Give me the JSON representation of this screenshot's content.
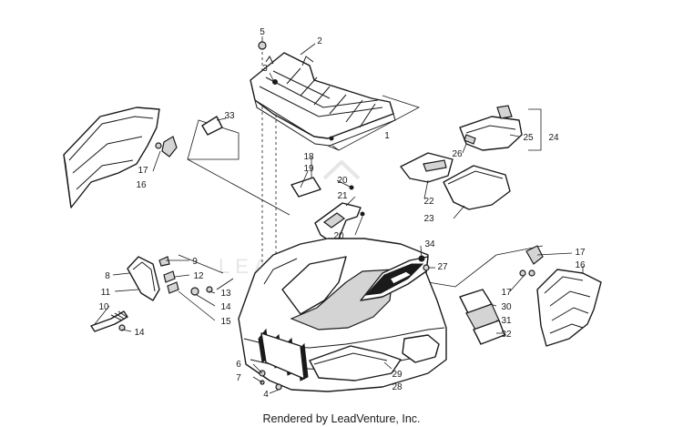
{
  "watermark": "LEADVENTURE",
  "credit": "Rendered by LeadVenture, Inc.",
  "callouts": {
    "c1": "1",
    "c2": "2",
    "c3": "3",
    "c4": "4",
    "c5": "5",
    "c6": "6",
    "c7": "7",
    "c8": "8",
    "c9": "9",
    "c10": "10",
    "c11": "11",
    "c12": "12",
    "c13": "13",
    "c14a": "14",
    "c14b": "14",
    "c15": "15",
    "c16a": "16",
    "c16b": "16",
    "c17a": "17",
    "c17b": "17",
    "c17c": "17",
    "c18": "18",
    "c19": "19",
    "c20a": "20",
    "c20b": "20",
    "c21": "21",
    "c22": "22",
    "c23": "23",
    "c24": "24",
    "c25": "25",
    "c26": "26",
    "c27": "27",
    "c28": "28",
    "c29": "29",
    "c30": "30",
    "c31": "31",
    "c32": "32",
    "c33": "33",
    "c34": "34"
  }
}
